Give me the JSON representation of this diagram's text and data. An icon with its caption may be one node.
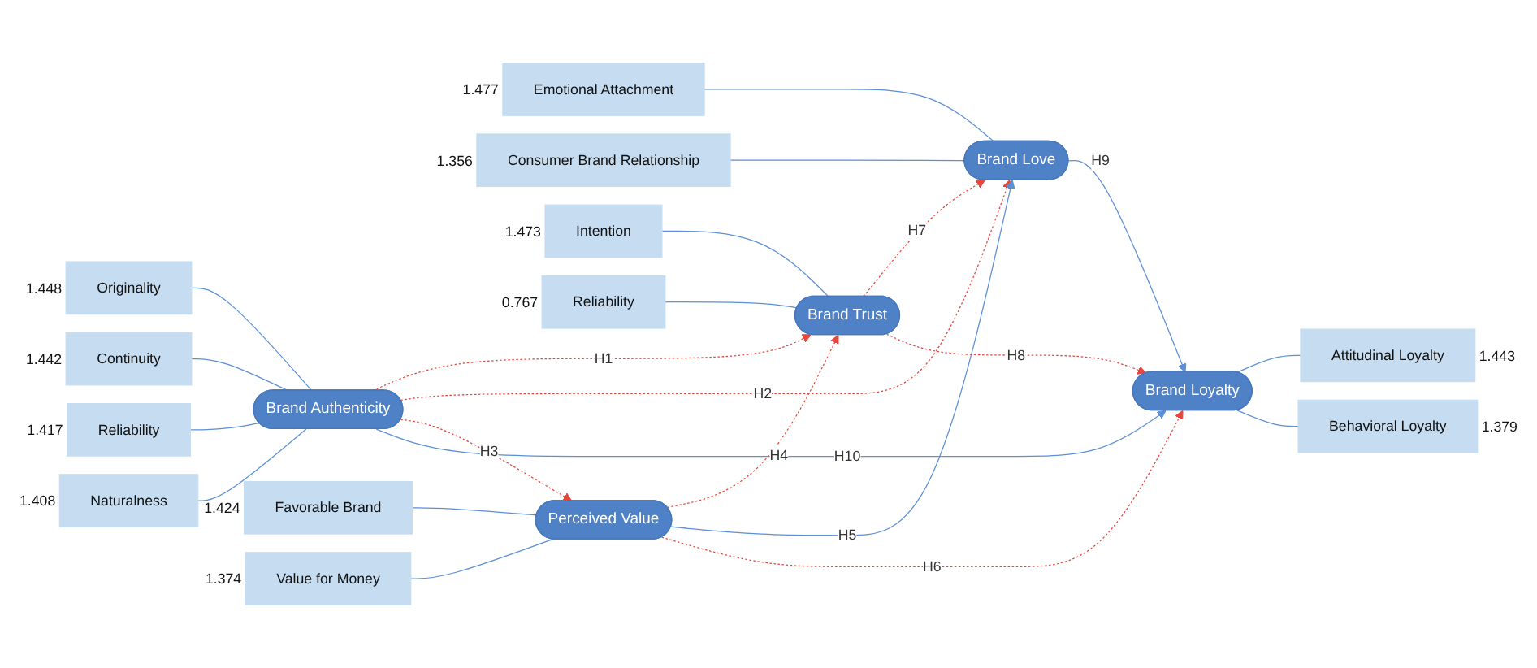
{
  "diagram": {
    "nodes": [
      {
        "text": [
          "Intention"
        ],
        "beside": [
          "1.473"
        ]
      },
      {
        "text": [
          "Reliability"
        ],
        "beside": [
          "0.767"
        ]
      },
      {
        "text": [
          "Originality"
        ],
        "beside": [
          "1.448"
        ]
      },
      {
        "text": [
          "Continuity"
        ],
        "beside": [
          "1.442"
        ]
      },
      {
        "text": [
          "Reliability"
        ],
        "beside": [
          "1.417"
        ]
      },
      {
        "text": [
          "Naturalness"
        ],
        "beside": [
          "1.408"
        ]
      },
      {
        "text": [
          "Brand Authenticity"
        ]
      },
      {
        "text": [
          "Brand Trust"
        ]
      },
      {
        "text": [
          "Emotional Attachment"
        ],
        "beside": [
          "1.477"
        ]
      },
      {
        "text": [
          "Consumer Brand Relationship"
        ],
        "beside": [
          "1.356"
        ]
      },
      {
        "text": [
          "Brand Love"
        ]
      },
      {
        "text": [
          "Brand Loyalty"
        ]
      },
      {
        "text": [
          "Perceived Value"
        ]
      },
      {
        "text": [
          "Attitudinal Loyalty"
        ],
        "beside": [
          "1.443"
        ]
      },
      {
        "text": [
          "Behavioral Loyalty"
        ],
        "beside": [
          "1.379"
        ]
      },
      {
        "text": [
          "Favorable Brand"
        ],
        "beside": [
          "1.424"
        ]
      },
      {
        "text": [
          "Value for Money"
        ],
        "beside": [
          "1.374"
        ]
      }
    ],
    "edges": [
      {
        "from": 0,
        "to": 7,
        "arrow": "none"
      },
      {
        "from": 1,
        "to": 7,
        "arrow": "none"
      },
      {
        "from": 2,
        "to": 6,
        "arrow": "none"
      },
      {
        "from": 3,
        "to": 6,
        "arrow": "none"
      },
      {
        "from": 4,
        "to": 6,
        "arrow": "none"
      },
      {
        "from": 5,
        "to": 6,
        "arrow": "none"
      },
      {
        "from": 6,
        "to": 7,
        "arrow": "to",
        "label": "H1",
        "style": "dashed",
        "color": "#e8463c"
      },
      {
        "from": 6,
        "to": 10,
        "arrow": "to",
        "label": "H2",
        "style": "dashed",
        "color": "#e8463c"
      },
      {
        "from": 6,
        "to": 12,
        "arrow": "to",
        "label": "H3",
        "style": "dashed",
        "color": "#e8463c"
      },
      {
        "from": 12,
        "to": 7,
        "arrow": "to",
        "label": "H4",
        "style": "dashed",
        "color": "#e8463c"
      },
      {
        "from": 12,
        "to": 10,
        "arrow": "to",
        "label": "H5"
      },
      {
        "from": 12,
        "to": 11,
        "arrow": "to",
        "label": "H6",
        "style": "dashed",
        "color": "#e8463c"
      },
      {
        "from": 7,
        "to": 10,
        "arrow": "to",
        "label": "H7",
        "style": "dashed",
        "color": "#e8463c"
      },
      {
        "from": 7,
        "to": 11,
        "arrow": "to",
        "label": "H8",
        "style": "dashed",
        "color": "#e8463c"
      },
      {
        "from": 8,
        "to": 10,
        "arrow": "none"
      },
      {
        "from": 9,
        "to": 10,
        "arrow": "none"
      },
      {
        "from": 10,
        "to": 11,
        "arrow": "to",
        "label": "H9"
      },
      {
        "from": 6,
        "to": 11,
        "arrow": "to",
        "label": "H10"
      },
      {
        "from": 13,
        "to": 11,
        "arrow": "none"
      },
      {
        "from": 14,
        "to": 11,
        "arrow": "none"
      },
      {
        "from": 15,
        "to": 12,
        "arrow": "none"
      },
      {
        "from": 16,
        "to": 12,
        "arrow": "none"
      }
    ]
  }
}
